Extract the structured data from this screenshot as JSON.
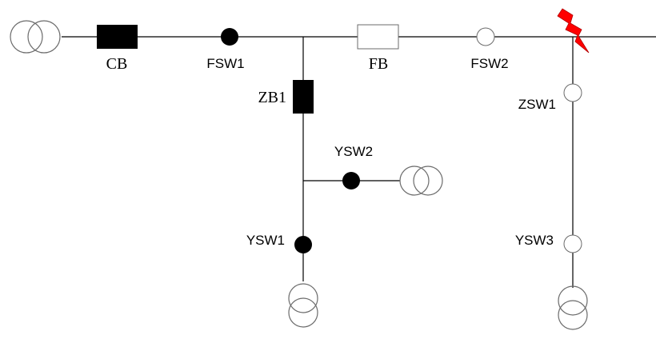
{
  "labels": {
    "cb": "CB",
    "fsw1": "FSW1",
    "fb": "FB",
    "fsw2": "FSW2",
    "zb1": "ZB1",
    "zsw1": "ZSW1",
    "ysw2": "YSW2",
    "ysw1": "YSW1",
    "ysw3": "YSW3"
  },
  "colors": {
    "line": "#000000",
    "closed_switch": "#000000",
    "open_switch_outline": "#6b6b6b",
    "fault": "#ff0000"
  },
  "icons": {
    "fault": "lightning-bolt-icon",
    "transformer": "transformer-icon"
  }
}
